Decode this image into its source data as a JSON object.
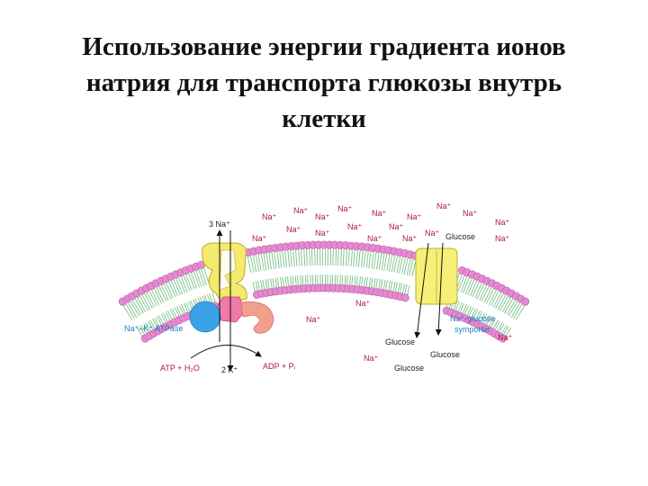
{
  "title": {
    "line1": "Использование энергии градиента ионов",
    "line2": "натрия для транспорта глюкозы внутрь",
    "line3": "клетки"
  },
  "labels": {
    "three_na": "3 Na⁺",
    "na": "Na⁺",
    "glucose": "Glucose",
    "atpase": "Na⁺–K⁺ ATPase",
    "atp": "ATP + H₂O",
    "adp": "ADP + Pᵢ",
    "two_k": "2 K⁺",
    "symporter_line1": "Na⁺-glucose",
    "symporter_line2": "symporter"
  },
  "colors": {
    "lipid_head": "#e58ad2",
    "lipid_tail": "#7cc08a",
    "pump_yellow": "#f3ea6e",
    "pump_blue": "#3aa3e8",
    "pump_pink": "#f07aa8",
    "pump_salmon": "#f2a08e",
    "ion_text": "#b0183a",
    "label_blue": "#1a7fc0"
  }
}
